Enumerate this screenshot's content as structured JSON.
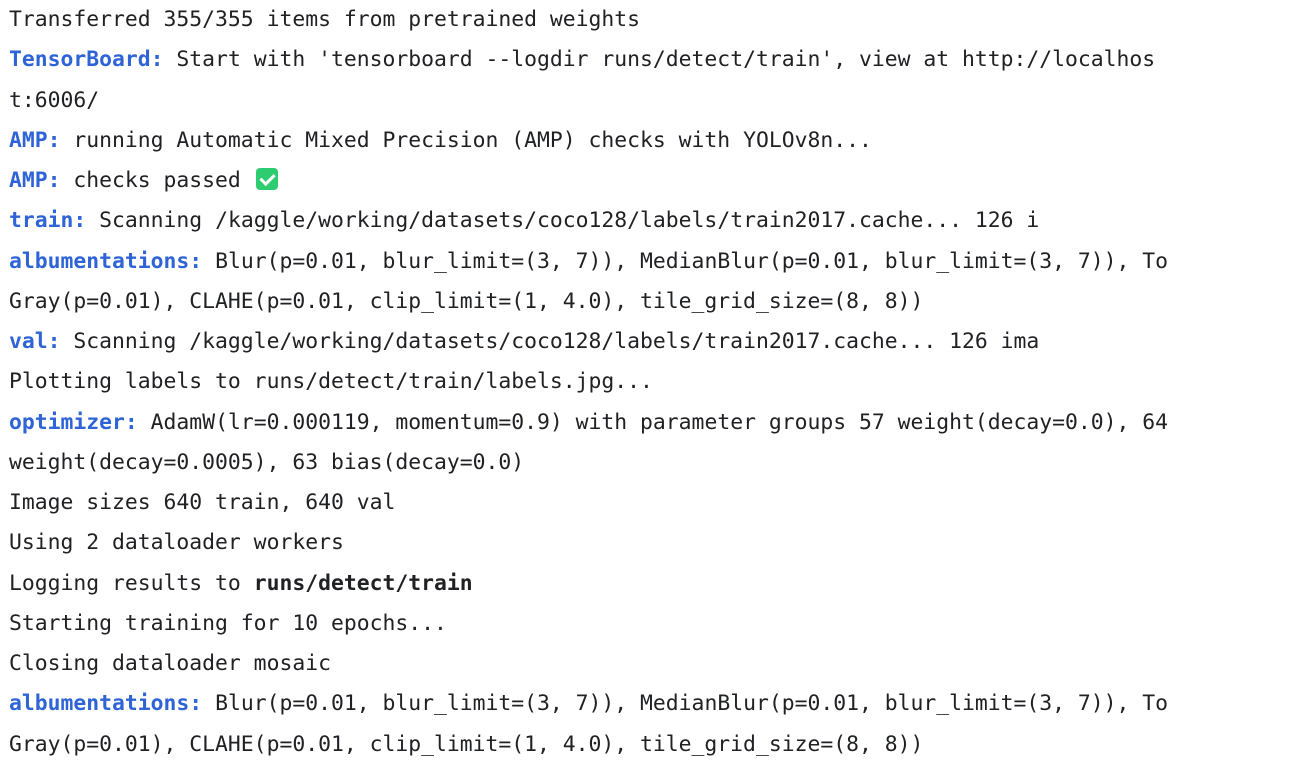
{
  "colors": {
    "prefix": "#2f64d6",
    "text": "#202124",
    "check_background": "#2ecc71"
  },
  "log": {
    "transferred": "Transferred 355/355 items from pretrained weights",
    "tensorboard_prefix": "TensorBoard:",
    "tensorboard_text_1": " Start with 'tensorboard --logdir runs/detect/train', view at http://localhos",
    "tensorboard_text_2": "t:6006/",
    "amp_prefix": "AMP:",
    "amp_running_text": " running Automatic Mixed Precision (AMP) checks with YOLOv8n...",
    "amp_passed_text": " checks passed ",
    "amp_passed_icon": "check-mark-icon",
    "train_prefix": "train:",
    "train_text": " Scanning /kaggle/working/datasets/coco128/labels/train2017.cache... 126 i",
    "albumentations_prefix": "albumentations:",
    "albumentations_text_1": " Blur(p=0.01, blur_limit=(3, 7)), MedianBlur(p=0.01, blur_limit=(3, 7)), To",
    "albumentations_text_2": "Gray(p=0.01), CLAHE(p=0.01, clip_limit=(1, 4.0), tile_grid_size=(8, 8))",
    "val_prefix": "val:",
    "val_text": " Scanning /kaggle/working/datasets/coco128/labels/train2017.cache... 126 ima",
    "plotting": "Plotting labels to runs/detect/train/labels.jpg...",
    "optimizer_prefix": "optimizer:",
    "optimizer_text_1": " AdamW(lr=0.000119, momentum=0.9) with parameter groups 57 weight(decay=0.0), 64",
    "optimizer_text_2": "weight(decay=0.0005), 63 bias(decay=0.0)",
    "image_sizes": "Image sizes 640 train, 640 val",
    "workers": "Using 2 dataloader workers",
    "logging_text": "Logging results to ",
    "logging_path": "runs/detect/train",
    "starting": "Starting training for 10 epochs...",
    "closing": "Closing dataloader mosaic",
    "albumentations2_prefix": "albumentations:",
    "albumentations2_text_1": " Blur(p=0.01, blur_limit=(3, 7)), MedianBlur(p=0.01, blur_limit=(3, 7)), To",
    "albumentations2_text_2": "Gray(p=0.01), CLAHE(p=0.01, clip_limit=(1, 4.0), tile_grid_size=(8, 8))"
  }
}
